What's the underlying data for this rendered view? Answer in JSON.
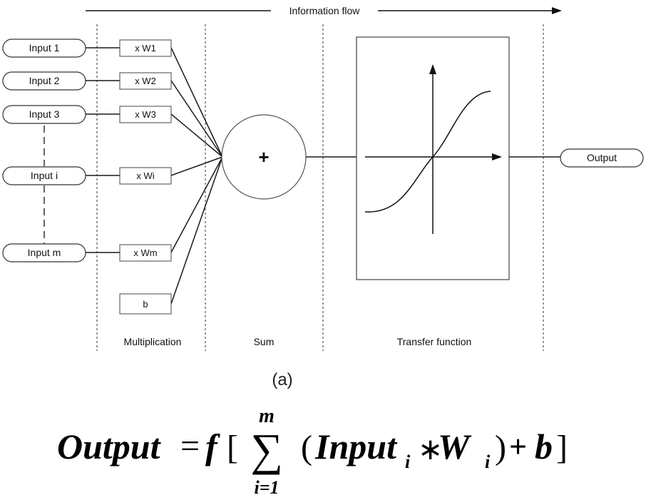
{
  "flow_label": "Information flow",
  "inputs": [
    "Input 1",
    "Input 2",
    "Input 3",
    "Input i",
    "Input m"
  ],
  "weights": [
    "x W1",
    "x W2",
    "x W3",
    "x Wi",
    "x Wm"
  ],
  "bias": "b",
  "sum_symbol": "+",
  "output_label": "Output",
  "stages": {
    "multiplication": "Multiplication",
    "sum": "Sum",
    "transfer": "Transfer function"
  },
  "caption": "(a)",
  "formula": {
    "lhs": "Output",
    "equals": "=",
    "func": "f",
    "lbracket": "[",
    "sum_sign": "∑",
    "upper": "m",
    "lower": "i=1",
    "lparen": "(",
    "input": "Input",
    "sub_i1": "i",
    "times": "∗",
    "weight": "W",
    "sub_i2": "i",
    "rparen": ")",
    "plus": "+",
    "bias": "b",
    "rbracket": "]"
  }
}
